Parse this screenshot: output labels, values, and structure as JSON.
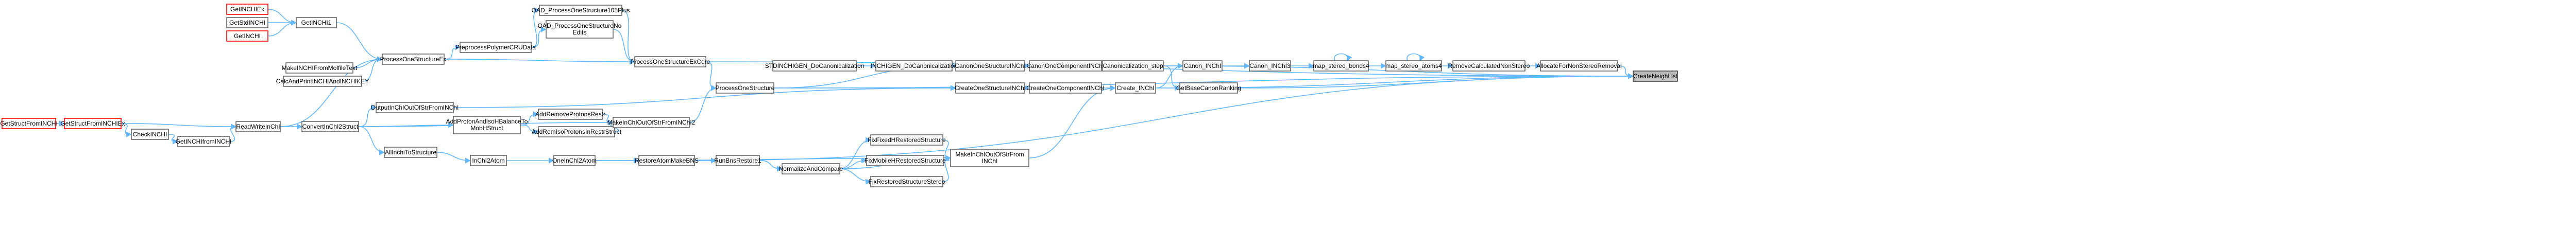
{
  "nodes": [
    {
      "id": "GetINCHIEx",
      "label": "GetINCHIEx",
      "red": true
    },
    {
      "id": "GetStdINCHI",
      "label": "GetStdINCHI"
    },
    {
      "id": "GetINCHI",
      "label": "GetINCHI",
      "red": true
    },
    {
      "id": "GetINCHI1",
      "label": "GetINCHI1"
    },
    {
      "id": "MakeINCHIFromMolfileText",
      "label": "MakeINCHIFromMolfileText"
    },
    {
      "id": "CalcAndPrintINCHIAndINCHIKEY",
      "label": "CalcAndPrintINCHIAndINCHIKEY"
    },
    {
      "id": "GetStructFromINCHI",
      "label": "GetStructFromINCHI",
      "red": true
    },
    {
      "id": "GetStructFromINCHIEx",
      "label": "GetStructFromINCHIEx",
      "red": true
    },
    {
      "id": "CheckINCHI",
      "label": "CheckINCHI"
    },
    {
      "id": "GetINCHIfromINCHI",
      "label": "GetINCHIfromINCHI"
    },
    {
      "id": "ProcessOneStructureEx",
      "label": "ProcessOneStructureEx"
    },
    {
      "id": "ReadWriteInChI",
      "label": "ReadWriteInChI"
    },
    {
      "id": "ConvertInChI2Struct",
      "label": "ConvertInChI2Struct"
    },
    {
      "id": "OutputInChIOutOfStrFromINChI",
      "label": "OutputInChIOutOfStrFromINChI"
    },
    {
      "id": "AllInchiToStructure",
      "label": "AllInchiToStructure"
    },
    {
      "id": "PreprocessPolymerCRUData",
      "label": "PreprocessPolymerCRUData"
    },
    {
      "id": "AddProtonAndIsoHBalanceToMobHStruct",
      "label": "AddProtonAndIsoHBalanceTo MobHStruct"
    },
    {
      "id": "InChI2Atom",
      "label": "InChI2Atom"
    },
    {
      "id": "OAD_ProcessOneStructure105Plus",
      "label": "OAD_ProcessOneStructure105Plus"
    },
    {
      "id": "OAD_ProcessOneStructureNoEdits",
      "label": "OAD_ProcessOneStructureNo Edits"
    },
    {
      "id": "AddRemoveProtonsRestr",
      "label": "AddRemoveProtonsRestr"
    },
    {
      "id": "AddRemIsoProtonsInRestrStruct",
      "label": "AddRemIsoProtonsInRestrStruct"
    },
    {
      "id": "OneInChI2Atom",
      "label": "OneInChI2Atom"
    },
    {
      "id": "MakeInChIOutOfStrFromINChI2",
      "label": "MakeInChIOutOfStrFromINChI2"
    },
    {
      "id": "ProcessOneStructureExCore",
      "label": "ProcessOneStructureExCore"
    },
    {
      "id": "RestoreAtomMakeBNS",
      "label": "RestoreAtomMakeBNS"
    },
    {
      "id": "ProcessOneStructure",
      "label": "ProcessOneStructure"
    },
    {
      "id": "RunBnsRestore1",
      "label": "RunBnsRestore1"
    },
    {
      "id": "STDINCHIGEN_DoCanonicalization",
      "label": "STDINCHIGEN_DoCanonicalization"
    },
    {
      "id": "NormalizeAndCompare",
      "label": "NormalizeAndCompare"
    },
    {
      "id": "INCHIGEN_DoCanonicalization",
      "label": "INCHIGEN_DoCanonicalization"
    },
    {
      "id": "FixFixedHRestoredStructure",
      "label": "FixFixedHRestoredStructure"
    },
    {
      "id": "FixMobileHRestoredStructure",
      "label": "FixMobileHRestoredStructure"
    },
    {
      "id": "FixRestoredStructureStereo",
      "label": "FixRestoredStructureStereo"
    },
    {
      "id": "CanonOneStructureINChI",
      "label": "CanonOneStructureINChI"
    },
    {
      "id": "CreateOneStructureINChI",
      "label": "CreateOneStructureINChI"
    },
    {
      "id": "MakeInChIOutOfStrFromINChI",
      "label": "MakeInChIOutOfStrFrom INChI"
    },
    {
      "id": "CanonOneComponentINChI",
      "label": "CanonOneComponentINChI"
    },
    {
      "id": "CreateOneComponentINChI",
      "label": "CreateOneComponentINChI"
    },
    {
      "id": "Canonicalization_step",
      "label": "Canonicalization_step"
    },
    {
      "id": "Create_INChI",
      "label": "Create_INChI"
    },
    {
      "id": "Canon_INChI",
      "label": "Canon_INChI"
    },
    {
      "id": "GetBaseCanonRanking",
      "label": "GetBaseCanonRanking"
    },
    {
      "id": "Canon_INChI3",
      "label": "Canon_INChI3"
    },
    {
      "id": "map_stereo_bonds4",
      "label": "map_stereo_bonds4"
    },
    {
      "id": "map_stereo_atoms4",
      "label": "map_stereo_atoms4"
    },
    {
      "id": "RemoveCalculatedNonStereo",
      "label": "RemoveCalculatedNonStereo"
    },
    {
      "id": "AllocateForNonStereoRemoval",
      "label": "AllocateForNonStereoRemoval"
    },
    {
      "id": "CreateNeighList",
      "label": "CreateNeighList",
      "target": true
    }
  ],
  "edges": [
    [
      "GetINCHIEx",
      "GetINCHI1"
    ],
    [
      "GetStdINCHI",
      "GetINCHI1"
    ],
    [
      "GetINCHI",
      "GetINCHI1"
    ],
    [
      "GetINCHI1",
      "ProcessOneStructureEx"
    ],
    [
      "MakeINCHIFromMolfileText",
      "ProcessOneStructureEx"
    ],
    [
      "CalcAndPrintINCHIAndINCHIKEY",
      "ProcessOneStructureEx"
    ],
    [
      "GetStructFromINCHI",
      "GetStructFromINCHIEx"
    ],
    [
      "GetStructFromINCHIEx",
      "CheckINCHI"
    ],
    [
      "GetStructFromINCHIEx",
      "ReadWriteInChI"
    ],
    [
      "CheckINCHI",
      "GetINCHIfromINCHI"
    ],
    [
      "GetINCHIfromINCHI",
      "ReadWriteInChI"
    ],
    [
      "ReadWriteInChI",
      "ProcessOneStructureEx"
    ],
    [
      "ReadWriteInChI",
      "ConvertInChI2Struct"
    ],
    [
      "ProcessOneStructureEx",
      "PreprocessPolymerCRUData"
    ],
    [
      "ProcessOneStructureEx",
      "ProcessOneStructureExCore"
    ],
    [
      "PreprocessPolymerCRUData",
      "OAD_ProcessOneStructure105Plus"
    ],
    [
      "PreprocessPolymerCRUData",
      "OAD_ProcessOneStructureNoEdits"
    ],
    [
      "OAD_ProcessOneStructure105Plus",
      "ProcessOneStructureExCore"
    ],
    [
      "OAD_ProcessOneStructureNoEdits",
      "ProcessOneStructureExCore"
    ],
    [
      "ProcessOneStructureExCore",
      "ProcessOneStructure"
    ],
    [
      "ConvertInChI2Struct",
      "OutputInChIOutOfStrFromINChI"
    ],
    [
      "ConvertInChI2Struct",
      "AddProtonAndIsoHBalanceToMobHStruct"
    ],
    [
      "ConvertInChI2Struct",
      "AllInchiToStructure"
    ],
    [
      "ConvertInChI2Struct",
      "MakeInChIOutOfStrFromINChI2"
    ],
    [
      "AllInchiToStructure",
      "InChI2Atom"
    ],
    [
      "InChI2Atom",
      "OneInChI2Atom"
    ],
    [
      "AddProtonAndIsoHBalanceToMobHStruct",
      "AddRemoveProtonsRestr"
    ],
    [
      "AddProtonAndIsoHBalanceToMobHStruct",
      "AddRemIsoProtonsInRestrStruct"
    ],
    [
      "AddRemoveProtonsRestr",
      "MakeInChIOutOfStrFromINChI2"
    ],
    [
      "AddRemIsoProtonsInRestrStruct",
      "MakeInChIOutOfStrFromINChI2"
    ],
    [
      "OutputInChIOutOfStrFromINChI",
      "CreateOneStructureINChI"
    ],
    [
      "MakeInChIOutOfStrFromINChI2",
      "ProcessOneStructure"
    ],
    [
      "OneInChI2Atom",
      "RestoreAtomMakeBNS"
    ],
    [
      "OneInChI2Atom",
      "MakeInChIOutOfStrFromINChI"
    ],
    [
      "RestoreAtomMakeBNS",
      "RunBnsRestore1"
    ],
    [
      "RunBnsRestore1",
      "NormalizeAndCompare"
    ],
    [
      "NormalizeAndCompare",
      "FixFixedHRestoredStructure"
    ],
    [
      "NormalizeAndCompare",
      "FixMobileHRestoredStructure"
    ],
    [
      "NormalizeAndCompare",
      "FixRestoredStructureStereo"
    ],
    [
      "NormalizeAndCompare",
      "MakeInChIOutOfStrFromINChI"
    ],
    [
      "FixFixedHRestoredStructure",
      "MakeInChIOutOfStrFromINChI"
    ],
    [
      "FixMobileHRestoredStructure",
      "MakeInChIOutOfStrFromINChI"
    ],
    [
      "FixRestoredStructureStereo",
      "MakeInChIOutOfStrFromINChI"
    ],
    [
      "ProcessOneStructure",
      "CanonOneStructureINChI"
    ],
    [
      "ProcessOneStructure",
      "CreateOneStructureINChI"
    ],
    [
      "STDINCHIGEN_DoCanonicalization",
      "INCHIGEN_DoCanonicalization"
    ],
    [
      "INCHIGEN_DoCanonicalization",
      "CanonOneStructureINChI"
    ],
    [
      "CanonOneStructureINChI",
      "CanonOneComponentINChI"
    ],
    [
      "CreateOneStructureINChI",
      "CreateOneComponentINChI"
    ],
    [
      "MakeInChIOutOfStrFromINChI",
      "Create_INChI"
    ],
    [
      "CanonOneComponentINChI",
      "Canonicalization_step"
    ],
    [
      "CreateOneComponentINChI",
      "Create_INChI"
    ],
    [
      "Canonicalization_step",
      "Canon_INChI"
    ],
    [
      "Canonicalization_step",
      "GetBaseCanonRanking"
    ],
    [
      "Canonicalization_step",
      "CreateNeighList"
    ],
    [
      "Create_INChI",
      "Canon_INChI"
    ],
    [
      "Create_INChI",
      "GetBaseCanonRanking"
    ],
    [
      "Create_INChI",
      "CreateNeighList"
    ],
    [
      "Canon_INChI",
      "Canon_INChI3"
    ],
    [
      "Canon_INChI3",
      "map_stereo_bonds4"
    ],
    [
      "map_stereo_bonds4",
      "map_stereo_bonds4"
    ],
    [
      "map_stereo_bonds4",
      "map_stereo_atoms4"
    ],
    [
      "map_stereo_atoms4",
      "map_stereo_atoms4"
    ],
    [
      "map_stereo_atoms4",
      "RemoveCalculatedNonStereo"
    ],
    [
      "RemoveCalculatedNonStereo",
      "AllocateForNonStereoRemoval"
    ],
    [
      "AllocateForNonStereoRemoval",
      "CreateNeighList"
    ],
    [
      "GetBaseCanonRanking",
      "CreateNeighList"
    ],
    [
      "ProcessOneStructure",
      "CreateNeighList"
    ],
    [
      "ProcessOneStructureExCore",
      "CreateNeighList"
    ],
    [
      "RestoreAtomMakeBNS",
      "CreateNeighList"
    ]
  ],
  "colors": {
    "edge": "#63b8ff",
    "node_border": "#666666",
    "red_border": "#ff0000",
    "target_fill": "#bfbfbf"
  }
}
